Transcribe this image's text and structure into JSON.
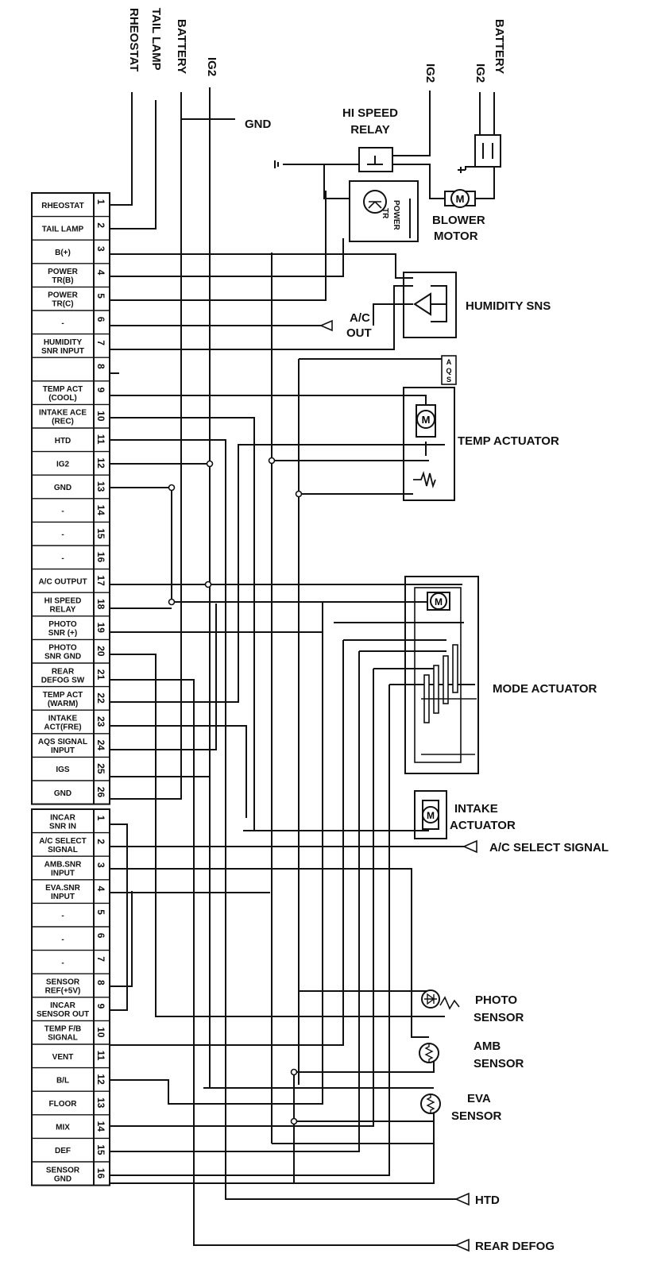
{
  "colors": {
    "line": "#111111",
    "background": "#ffffff"
  },
  "top_labels": [
    "RHEOSTAT",
    "TAIL LAMP",
    "BATTERY",
    "IG2"
  ],
  "top_labels_right": [
    "IG2",
    "IG2",
    "BATTERY"
  ],
  "gnd_label": "GND",
  "components": {
    "hi_speed_relay": [
      "HI SPEED",
      "RELAY"
    ],
    "blower_motor": [
      "BLOWER",
      "MOTOR"
    ],
    "power_tr": [
      "POWER",
      "TR"
    ],
    "humidity_sns": "HUMIDITY SNS",
    "ac_out": [
      "A/C",
      "OUT"
    ],
    "aqs": [
      "A",
      "Q",
      "S"
    ],
    "temp_actuator": "TEMP ACTUATOR",
    "mode_actuator": "MODE ACTUATOR",
    "intake_actuator": [
      "INTAKE",
      "ACTUATOR"
    ],
    "ac_select_signal": "A/C SELECT SIGNAL",
    "photo_sensor": [
      "PHOTO",
      "SENSOR"
    ],
    "amb_sensor": [
      "AMB",
      "SENSOR"
    ],
    "eva_sensor": [
      "EVA",
      "SENSOR"
    ],
    "htd": "HTD",
    "rear_defog": "REAR DEFOG",
    "motor_symbol": "M"
  },
  "connector_a": [
    {
      "num": "1",
      "label": [
        "RHEOSTAT"
      ]
    },
    {
      "num": "2",
      "label": [
        "TAIL LAMP"
      ]
    },
    {
      "num": "3",
      "label": [
        "B(+)"
      ]
    },
    {
      "num": "4",
      "label": [
        "POWER",
        "TR(B)"
      ]
    },
    {
      "num": "5",
      "label": [
        "POWER",
        "TR(C)"
      ]
    },
    {
      "num": "6",
      "label": [
        "-"
      ]
    },
    {
      "num": "7",
      "label": [
        "HUMIDITY",
        "SNR INPUT"
      ]
    },
    {
      "num": "8",
      "label": [
        ""
      ]
    },
    {
      "num": "9",
      "label": [
        "TEMP ACT",
        "(COOL)"
      ]
    },
    {
      "num": "10",
      "label": [
        "INTAKE ACE",
        "(REC)"
      ]
    },
    {
      "num": "11",
      "label": [
        "HTD"
      ]
    },
    {
      "num": "12",
      "label": [
        "IG2"
      ]
    },
    {
      "num": "13",
      "label": [
        "GND"
      ]
    },
    {
      "num": "14",
      "label": [
        "-"
      ]
    },
    {
      "num": "15",
      "label": [
        "-"
      ]
    },
    {
      "num": "16",
      "label": [
        "-"
      ]
    },
    {
      "num": "17",
      "label": [
        "A/C OUTPUT"
      ]
    },
    {
      "num": "18",
      "label": [
        "HI SPEED",
        "RELAY"
      ]
    },
    {
      "num": "19",
      "label": [
        "PHOTO",
        "SNR (+)"
      ]
    },
    {
      "num": "20",
      "label": [
        "PHOTO",
        "SNR GND"
      ]
    },
    {
      "num": "21",
      "label": [
        "REAR",
        "DEFOG SW"
      ]
    },
    {
      "num": "22",
      "label": [
        "TEMP ACT",
        "(WARM)"
      ]
    },
    {
      "num": "23",
      "label": [
        "INTAKE",
        "ACT(FRE)"
      ]
    },
    {
      "num": "24",
      "label": [
        "AQS SIGNAL",
        "INPUT"
      ]
    },
    {
      "num": "25",
      "label": [
        "IGS"
      ]
    },
    {
      "num": "26",
      "label": [
        "GND"
      ]
    }
  ],
  "connector_b": [
    {
      "num": "1",
      "label": [
        "INCAR",
        "SNR IN"
      ]
    },
    {
      "num": "2",
      "label": [
        "A/C SELECT",
        "SIGNAL"
      ]
    },
    {
      "num": "3",
      "label": [
        "AMB.SNR",
        "INPUT"
      ]
    },
    {
      "num": "4",
      "label": [
        "EVA.SNR",
        "INPUT"
      ]
    },
    {
      "num": "5",
      "label": [
        "-"
      ]
    },
    {
      "num": "6",
      "label": [
        "-"
      ]
    },
    {
      "num": "7",
      "label": [
        "-"
      ]
    },
    {
      "num": "8",
      "label": [
        "SENSOR",
        "REF(+5V)"
      ]
    },
    {
      "num": "9",
      "label": [
        "INCAR",
        "SENSOR OUT"
      ]
    },
    {
      "num": "10",
      "label": [
        "TEMP F/B",
        "SIGNAL"
      ]
    },
    {
      "num": "11",
      "label": [
        "VENT"
      ]
    },
    {
      "num": "12",
      "label": [
        "B/L"
      ]
    },
    {
      "num": "13",
      "label": [
        "FLOOR"
      ]
    },
    {
      "num": "14",
      "label": [
        "MIX"
      ]
    },
    {
      "num": "15",
      "label": [
        "DEF"
      ]
    },
    {
      "num": "16",
      "label": [
        "SENSOR",
        "GND"
      ]
    }
  ]
}
